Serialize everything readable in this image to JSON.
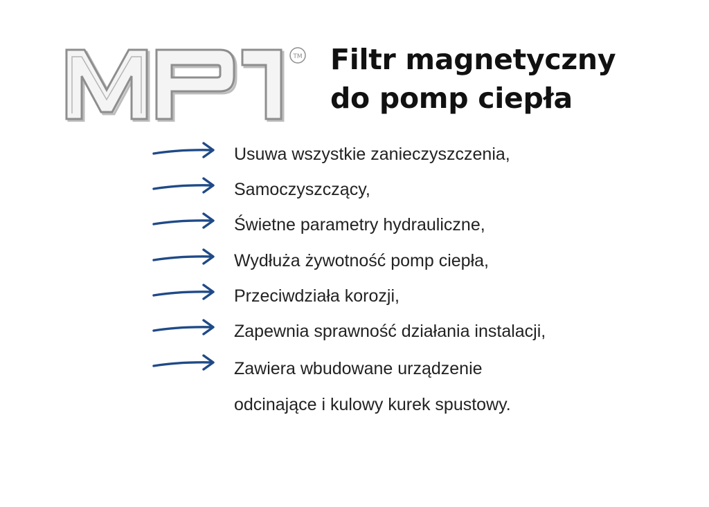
{
  "logo": {
    "wordmark": "MP1",
    "trademark": "TM"
  },
  "headline": {
    "line1": "Filtr magnetyczny",
    "line2": "do pomp ciepła"
  },
  "features": [
    {
      "text": "Usuwa wszystkie zanieczyszczenia,"
    },
    {
      "text": "Samoczyszczący,"
    },
    {
      "text": "Świetne parametry hydrauliczne,"
    },
    {
      "text": "Wydłuża żywotność pomp ciepła,"
    },
    {
      "text": "Przeciwdziała korozji,"
    },
    {
      "text": "Zapewnia sprawność działania instalacji,"
    },
    {
      "text": "Zawiera wbudowane urządzenie",
      "continuation": "odcinające i kulowy kurek spustowy."
    }
  ],
  "colors": {
    "arrow": "#1f4a87",
    "logo_outline": "#8a8a8a",
    "logo_fill": "#f2f2f2",
    "text": "#222222"
  },
  "icons": {
    "bullet": "arrow-right-icon"
  }
}
